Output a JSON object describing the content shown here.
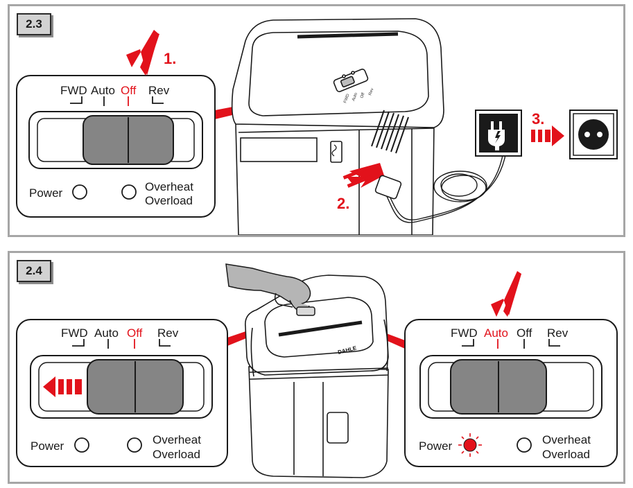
{
  "colors": {
    "accent_red": "#e2121b",
    "slider_grey": "#858585",
    "frame_grey": "#a6a6a6"
  },
  "panel_a": {
    "tag": "2.3",
    "switch": {
      "labels": {
        "fwd": "FWD",
        "auto": "Auto",
        "off": "Off",
        "rev": "Rev"
      },
      "active": "Off",
      "power_label": "Power",
      "overheat_label": "Overheat",
      "overload_label": "Overload"
    },
    "steps": {
      "one": "1.",
      "two": "2.",
      "three": "3."
    },
    "icons": [
      "plug-icon",
      "socket-icon",
      "shredder-illustration"
    ],
    "shredder_tiny_labels": {
      "rev": "Rev",
      "off": "Off",
      "auto": "Auto",
      "fwd": "FWD"
    }
  },
  "panel_b": {
    "tag": "2.4",
    "switch_left": {
      "labels": {
        "fwd": "FWD",
        "auto": "Auto",
        "off": "Off",
        "rev": "Rev"
      },
      "active": "Off",
      "power_label": "Power",
      "overheat_label": "Overheat",
      "overload_label": "Overload"
    },
    "switch_right": {
      "labels": {
        "fwd": "FWD",
        "auto": "Auto",
        "off": "Off",
        "rev": "Rev"
      },
      "active": "Auto",
      "power_label": "Power",
      "power_lit": true,
      "overheat_label": "Overheat",
      "overload_label": "Overload"
    },
    "brand": "DAHLE",
    "icons": [
      "hand-icon",
      "shredder-illustration",
      "left-arrow-icon",
      "down-arrow-icon",
      "power-led-lit-icon"
    ]
  }
}
